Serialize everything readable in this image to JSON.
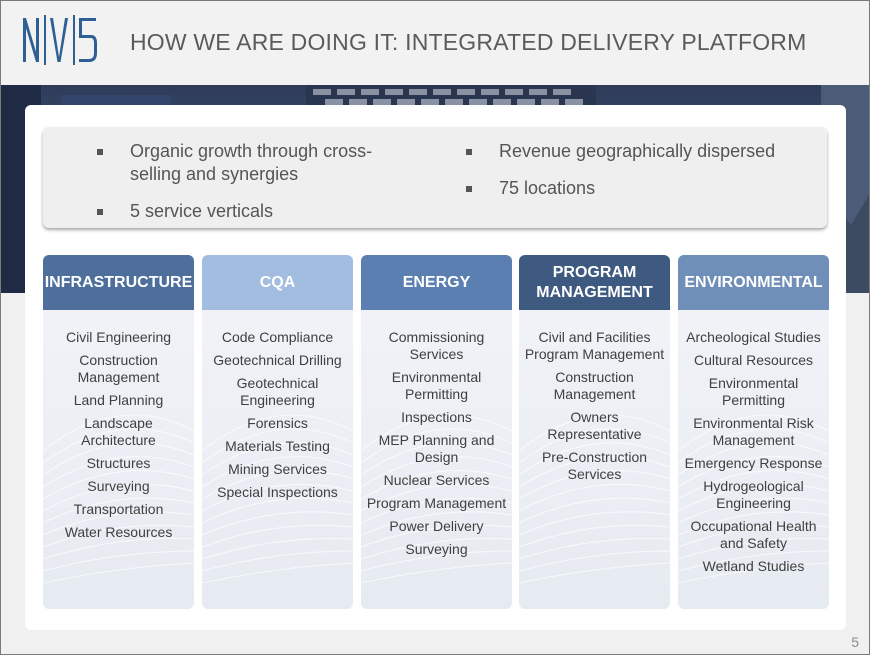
{
  "logo_text": "NV5",
  "title": "HOW WE ARE DOING IT:  INTEGRATED DELIVERY PLATFORM",
  "bullets": {
    "left_1": "Organic growth through cross-selling and synergies",
    "left_2": "5 service verticals",
    "right_1": "Revenue geographically dispersed",
    "right_2": "75 locations"
  },
  "columns": [
    {
      "heading": "INFRASTRUCTURE",
      "color": "#4e6f9c",
      "items": [
        "Civil Engineering",
        "Construction Management",
        "Land Planning",
        "Landscape Architecture",
        "Structures",
        "Surveying",
        "Transportation",
        "Water Resources"
      ]
    },
    {
      "heading": "CQA",
      "color": "#a3bde0",
      "items": [
        "Code Compliance",
        "Geotechnical Drilling",
        "Geotechnical Engineering",
        "Forensics",
        "Materials Testing",
        "Mining Services",
        "Special Inspections"
      ]
    },
    {
      "heading": "ENERGY",
      "color": "#5b7fb0",
      "items": [
        "Commissioning Services",
        "Environmental Permitting",
        "Inspections",
        "MEP Planning and Design",
        "Nuclear Services",
        "Program Management",
        "Power Delivery",
        "Surveying"
      ]
    },
    {
      "heading": "PROGRAM MANAGEMENT",
      "color": "#3f5a80",
      "items": [
        "Civil and Facilities Program Management",
        "Construction Management",
        "Owners Representative",
        "Pre-Construction Services"
      ]
    },
    {
      "heading": "ENVIRONMENTAL",
      "color": "#6f8eb8",
      "items": [
        "Archeological Studies",
        "Cultural Resources",
        "Environmental Permitting",
        "Environmental Risk Management",
        "Emergency Response",
        "Hydrogeological Engineering",
        "Occupational Health and Safety",
        "Wetland Studies"
      ]
    }
  ],
  "page_number": "5"
}
